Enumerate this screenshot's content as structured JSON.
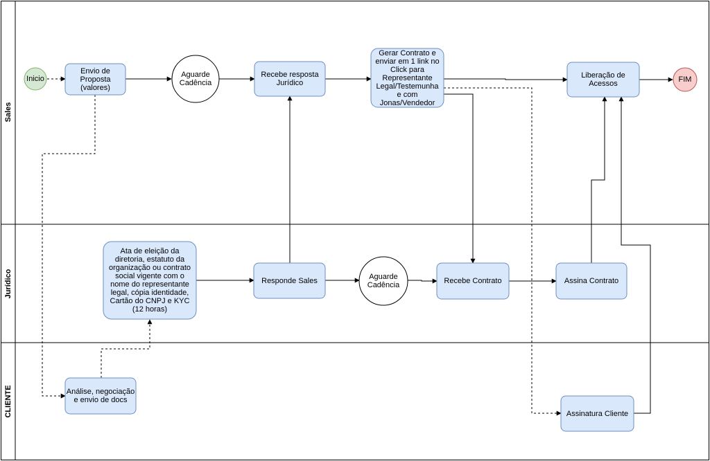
{
  "lanes": {
    "sales": "Sales",
    "juridico": "Jurídico",
    "cliente": "CLIENTE"
  },
  "nodes": {
    "inicio": "Inicio",
    "envio_proposta": "Envio de Proposta (valores)",
    "aguarde_cadencia_sales": "Aguarde Cadência",
    "recebe_resposta": "Recebe resposta Jurídico",
    "gerar_contrato": "Gerar Contrato e enviar em 1 link no Click para Representante Legal/Testemunha e com Jonas/Vendedor",
    "liberacao_acessos": "Liberação de Acessos",
    "fim": "FIM",
    "ata_eleicao": "Ata de eleição da diretoria, estatuto da organização ou contrato social vigente com o nome do representante legal, cópia identidade, Cartão do CNPJ  e KYC (12 horas)",
    "responde_sales": "Responde Sales",
    "aguarde_cadencia_juridico": "Aguarde Cadência",
    "recebe_contrato": "Recebe Contrato",
    "assina_contrato": "Assina Contrato",
    "analise": "Análise, negociação e envio de docs",
    "assinatura_cliente": "Assinatura Cliente"
  },
  "colors": {
    "start_fill": "#d5e8d4",
    "start_stroke": "#82b366",
    "end_fill": "#f8cecc",
    "end_stroke": "#b85450",
    "task_fill": "#dae8fc",
    "task_stroke": "#6c8ebf"
  }
}
